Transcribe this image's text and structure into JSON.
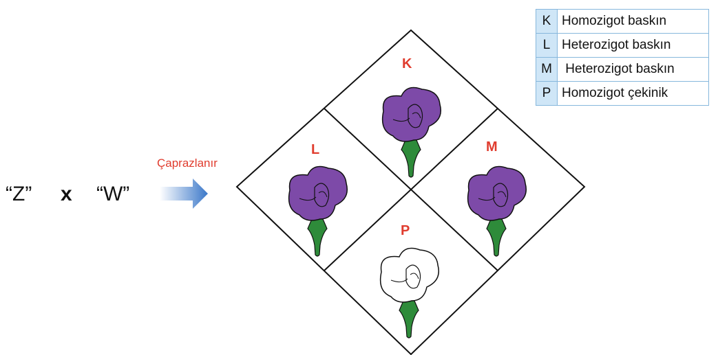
{
  "parents": {
    "left": "“Z”",
    "cross_symbol": "x",
    "right": "“W”"
  },
  "cross_label": "Çaprazlanır",
  "grid": {
    "cells": [
      {
        "id": "K",
        "label": "K",
        "flower_color": "#7d4aa8"
      },
      {
        "id": "L",
        "label": "L",
        "flower_color": "#7d4aa8"
      },
      {
        "id": "M",
        "label": "M",
        "flower_color": "#7d4aa8"
      },
      {
        "id": "P",
        "label": "P",
        "flower_color": "#ffffff"
      }
    ]
  },
  "legend": [
    {
      "key": "K",
      "text": "Homozigot baskın"
    },
    {
      "key": "L",
      "text": "Heterozigot baskın"
    },
    {
      "key": "M",
      "text": " Heterozigot baskın"
    },
    {
      "key": "P",
      "text": "Homozigot çekinik"
    }
  ],
  "colors": {
    "label_red": "#e03c2e",
    "purple_petal": "#7d4aa8",
    "stem_green": "#2e8b3a",
    "arrow_blue": "#3b78c9",
    "legend_key_bg": "#cfe6f7"
  }
}
